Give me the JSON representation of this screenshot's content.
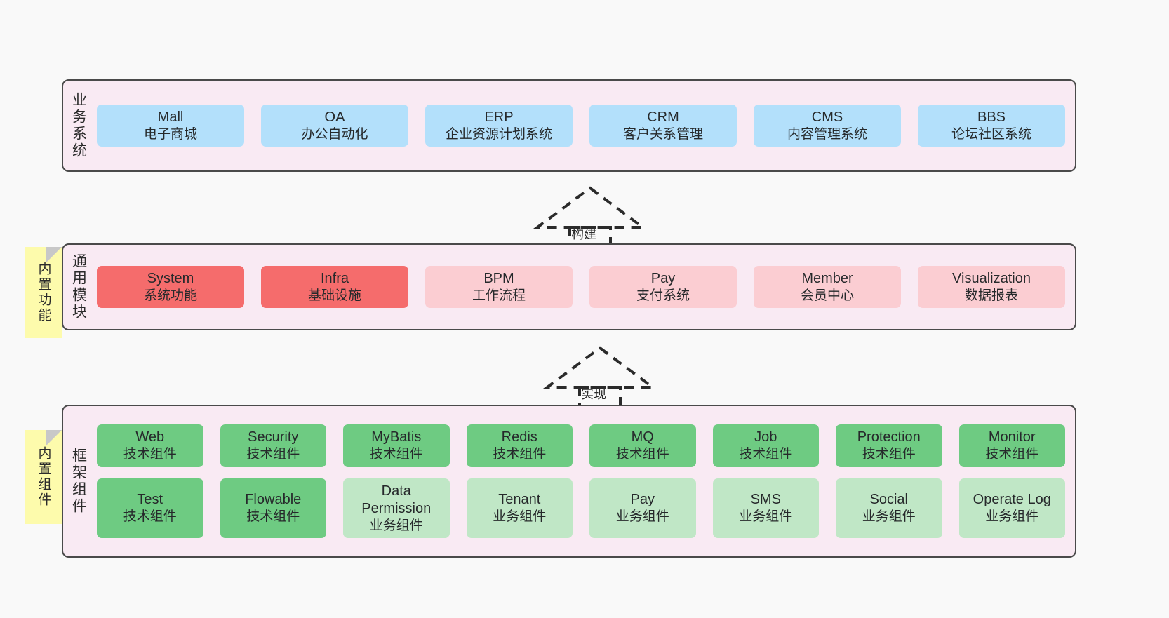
{
  "diagram": {
    "background_color": "#f9f9f9",
    "panel_color": "#f9eaf3",
    "border_color": "#4a4a4a",
    "note_color": "#fdfbac"
  },
  "layers": [
    {
      "key": "business",
      "title": "业务系统",
      "note": null,
      "rows": [
        {
          "cells": [
            {
              "en": "Mall",
              "cn": "电子商城",
              "color": "#b3e0fb",
              "style": "c-blue"
            },
            {
              "en": "OA",
              "cn": "办公自动化",
              "color": "#b3e0fb",
              "style": "c-blue"
            },
            {
              "en": "ERP",
              "cn": "企业资源计划系统",
              "color": "#b3e0fb",
              "style": "c-blue"
            },
            {
              "en": "CRM",
              "cn": "客户关系管理",
              "color": "#b3e0fb",
              "style": "c-blue"
            },
            {
              "en": "CMS",
              "cn": "内容管理系统",
              "color": "#b3e0fb",
              "style": "c-blue"
            },
            {
              "en": "BBS",
              "cn": "论坛社区系统",
              "color": "#b3e0fb",
              "style": "c-blue"
            }
          ]
        }
      ]
    },
    {
      "key": "common-module",
      "title": "通用模块",
      "note": "内置功能",
      "rows": [
        {
          "cells": [
            {
              "en": "System",
              "cn": "系统功能",
              "color": "#f56c6c",
              "style": "c-red"
            },
            {
              "en": "Infra",
              "cn": "基础设施",
              "color": "#f56c6c",
              "style": "c-red"
            },
            {
              "en": "BPM",
              "cn": "工作流程",
              "color": "#fbcdd2",
              "style": "c-pink"
            },
            {
              "en": "Pay",
              "cn": "支付系统",
              "color": "#fbcdd2",
              "style": "c-pink"
            },
            {
              "en": "Member",
              "cn": "会员中心",
              "color": "#fbcdd2",
              "style": "c-pink"
            },
            {
              "en": "Visualization",
              "cn": "数据报表",
              "color": "#fbcdd2",
              "style": "c-pink"
            }
          ]
        }
      ]
    },
    {
      "key": "framework-component",
      "title": "框架组件",
      "note": "内置组件",
      "rows": [
        {
          "cells": [
            {
              "en": "Web",
              "cn": "技术组件",
              "color": "#6ecb82",
              "style": "c-green"
            },
            {
              "en": "Security",
              "cn": "技术组件",
              "color": "#6ecb82",
              "style": "c-green"
            },
            {
              "en": "MyBatis",
              "cn": "技术组件",
              "color": "#6ecb82",
              "style": "c-green"
            },
            {
              "en": "Redis",
              "cn": "技术组件",
              "color": "#6ecb82",
              "style": "c-green"
            },
            {
              "en": "MQ",
              "cn": "技术组件",
              "color": "#6ecb82",
              "style": "c-green"
            },
            {
              "en": "Job",
              "cn": "技术组件",
              "color": "#6ecb82",
              "style": "c-green"
            },
            {
              "en": "Protection",
              "cn": "技术组件",
              "color": "#6ecb82",
              "style": "c-green"
            },
            {
              "en": "Monitor",
              "cn": "技术组件",
              "color": "#6ecb82",
              "style": "c-green"
            }
          ]
        },
        {
          "cells": [
            {
              "en": "Test",
              "cn": "技术组件",
              "color": "#6ecb82",
              "style": "c-green"
            },
            {
              "en": "Flowable",
              "cn": "技术组件",
              "color": "#6ecb82",
              "style": "c-green"
            },
            {
              "en": "Data Permission",
              "cn": "业务组件",
              "color": "#c0e7c6",
              "style": "c-lightgreen"
            },
            {
              "en": "Tenant",
              "cn": "业务组件",
              "color": "#c0e7c6",
              "style": "c-lightgreen"
            },
            {
              "en": "Pay",
              "cn": "业务组件",
              "color": "#c0e7c6",
              "style": "c-lightgreen"
            },
            {
              "en": "SMS",
              "cn": "业务组件",
              "color": "#c0e7c6",
              "style": "c-lightgreen"
            },
            {
              "en": "Social",
              "cn": "业务组件",
              "color": "#c0e7c6",
              "style": "c-lightgreen"
            },
            {
              "en": "Operate Log",
              "cn": "业务组件",
              "color": "#c0e7c6",
              "style": "c-lightgreen"
            }
          ]
        }
      ]
    }
  ],
  "connectors": [
    {
      "key": "build",
      "label": "构建",
      "from": "common-module",
      "to": "business"
    },
    {
      "key": "implement",
      "label": "实现",
      "from": "framework-component",
      "to": "common-module"
    }
  ]
}
